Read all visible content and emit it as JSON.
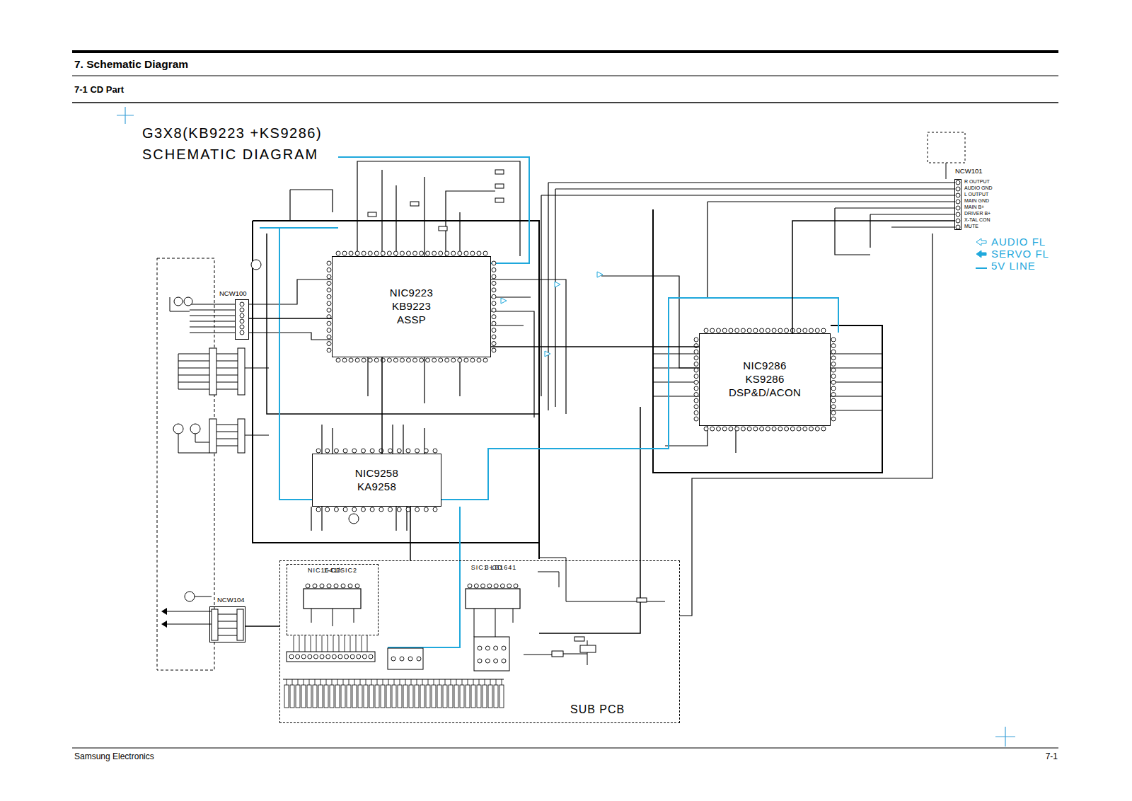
{
  "diagram": {
    "title": "7. Schematic Diagram",
    "nodes": [
      {
        "text": [
          "NCW101"
        ]
      },
      {
        "text": [
          "NIC9223",
          "KB9223",
          "ASSP"
        ]
      },
      {
        "text": [
          "NCW100"
        ]
      },
      {
        "text": [
          "NIC9286",
          "KS9286",
          "DSP&D/ACON"
        ]
      },
      {
        "text": [
          "NIC9258",
          "KA9258"
        ]
      },
      {
        "text": [
          "NCW104"
        ]
      },
      {
        "text": [
          "SUB PCB"
        ]
      },
      {
        "text": [
          "1-CD",
          "NIC1641/SIC2"
        ],
        "in": 6
      },
      {
        "text": [
          "3-CD",
          "SIC1 LB1641"
        ],
        "in": 6
      }
    ],
    "edges": [
      {
        "from": 2,
        "to": 1,
        "arrow": "none"
      },
      {
        "from": 1,
        "to": 4,
        "arrow": "none"
      },
      {
        "from": 1,
        "to": 3,
        "arrow": "none"
      },
      {
        "from": 3,
        "to": 0,
        "arrow": "none"
      },
      {
        "from": 5,
        "to": 6,
        "arrow": "none"
      },
      {
        "from": 4,
        "to": 6,
        "arrow": "none"
      }
    ],
    "labels": [
      "7-1 CD Part",
      "G3X8(KB9223 +KS9286)",
      "SCHEMATIC DIAGRAM",
      "R OUTPUT",
      "AUDIO GND",
      "L OUTPUT",
      "MAIN GND",
      "MAIN B+",
      "DRIVER B+",
      "X-TAL CON",
      "MUTE",
      "Samsung Electronics",
      "7-1"
    ],
    "legend": [
      {
        "text": "AUDIO FL"
      },
      {
        "text": "SERVO FL"
      },
      {
        "text": "5V LINE"
      }
    ]
  }
}
